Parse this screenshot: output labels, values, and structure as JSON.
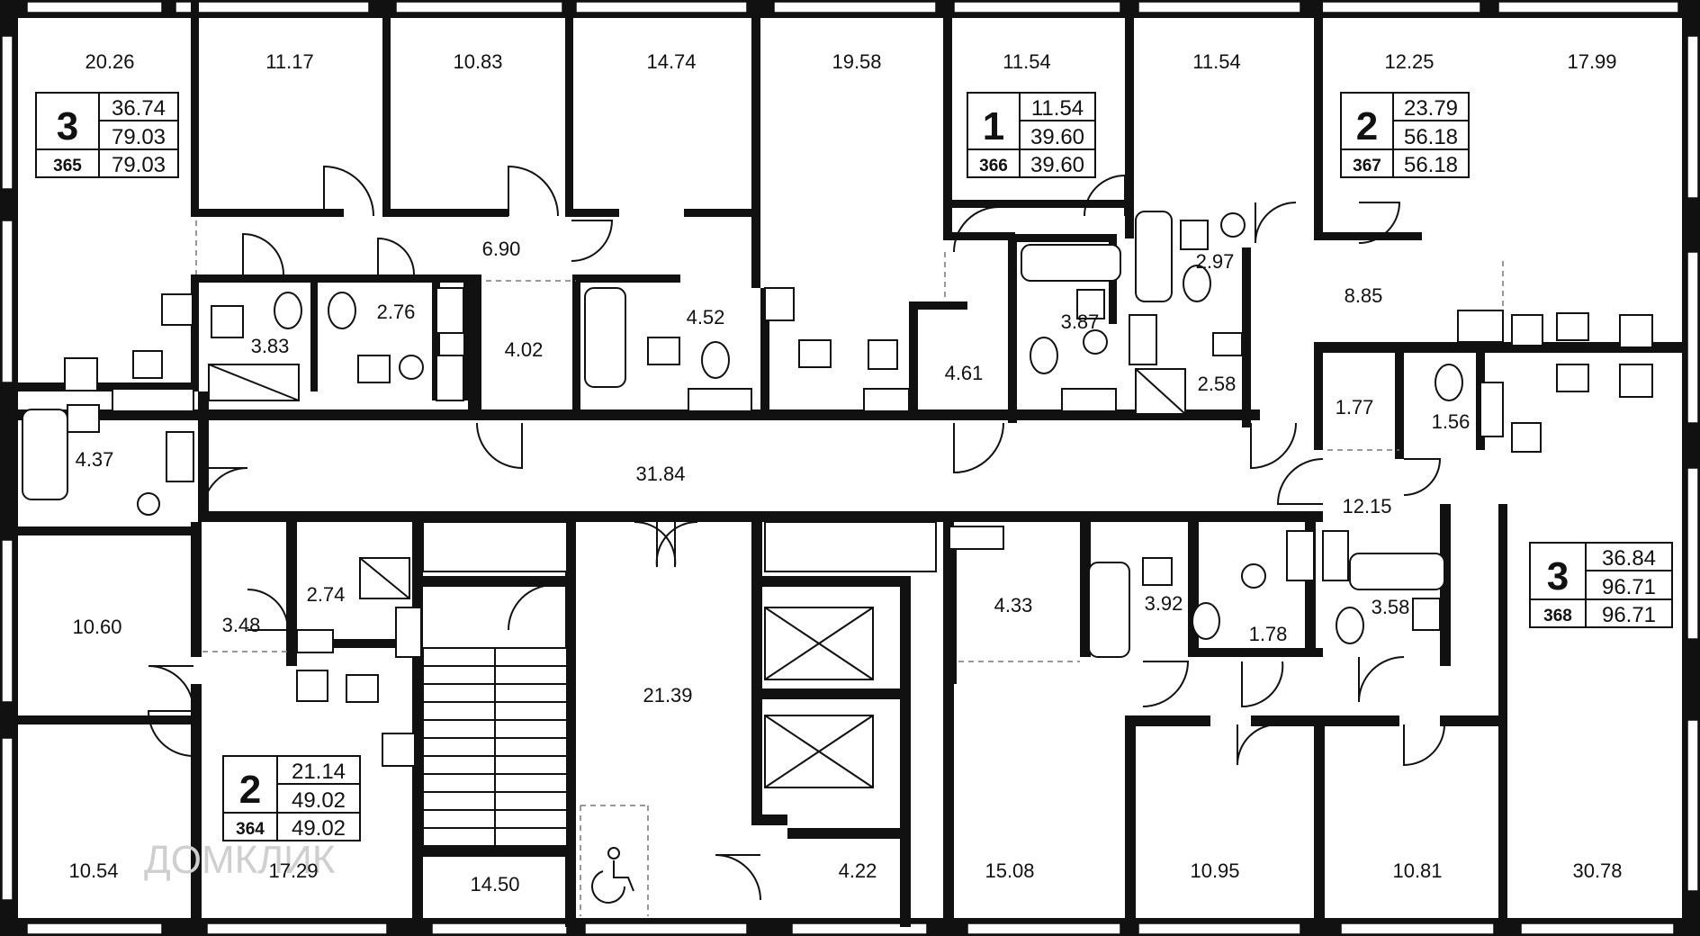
{
  "watermark": "ДОМКЛИК",
  "rooms": [
    {
      "label": "20.26"
    },
    {
      "label": "11.17"
    },
    {
      "label": "10.83"
    },
    {
      "label": "14.74"
    },
    {
      "label": "19.58"
    },
    {
      "label": "11.54"
    },
    {
      "label": "11.54"
    },
    {
      "label": "12.25"
    },
    {
      "label": "17.99"
    },
    {
      "label": "6.90"
    },
    {
      "label": "3.83"
    },
    {
      "label": "2.76"
    },
    {
      "label": "4.02"
    },
    {
      "label": "4.52"
    },
    {
      "label": "4.61"
    },
    {
      "label": "3.87"
    },
    {
      "label": "2.97"
    },
    {
      "label": "8.85"
    },
    {
      "label": "2.58"
    },
    {
      "label": "1.77"
    },
    {
      "label": "1.56"
    },
    {
      "label": "4.37"
    },
    {
      "label": "31.84"
    },
    {
      "label": "12.15"
    },
    {
      "label": "2.74"
    },
    {
      "label": "3.48"
    },
    {
      "label": "10.60"
    },
    {
      "label": "4.33"
    },
    {
      "label": "3.92"
    },
    {
      "label": "1.78"
    },
    {
      "label": "3.58"
    },
    {
      "label": "21.39"
    },
    {
      "label": "10.54"
    },
    {
      "label": "17.29"
    },
    {
      "label": "14.50"
    },
    {
      "label": "4.22"
    },
    {
      "label": "15.08"
    },
    {
      "label": "10.95"
    },
    {
      "label": "10.81"
    },
    {
      "label": "30.78"
    }
  ],
  "apartments": [
    {
      "number": "365",
      "rooms": "3",
      "living": "36.74",
      "total": "79.03",
      "price_area": "79.03"
    },
    {
      "number": "366",
      "rooms": "1",
      "living": "11.54",
      "total": "39.60",
      "price_area": "39.60"
    },
    {
      "number": "367",
      "rooms": "2",
      "living": "23.79",
      "total": "56.18",
      "price_area": "56.18"
    },
    {
      "number": "368",
      "rooms": "3",
      "living": "36.84",
      "total": "96.71",
      "price_area": "96.71"
    },
    {
      "number": "364",
      "rooms": "2",
      "living": "21.14",
      "total": "49.02",
      "price_area": "49.02"
    }
  ]
}
